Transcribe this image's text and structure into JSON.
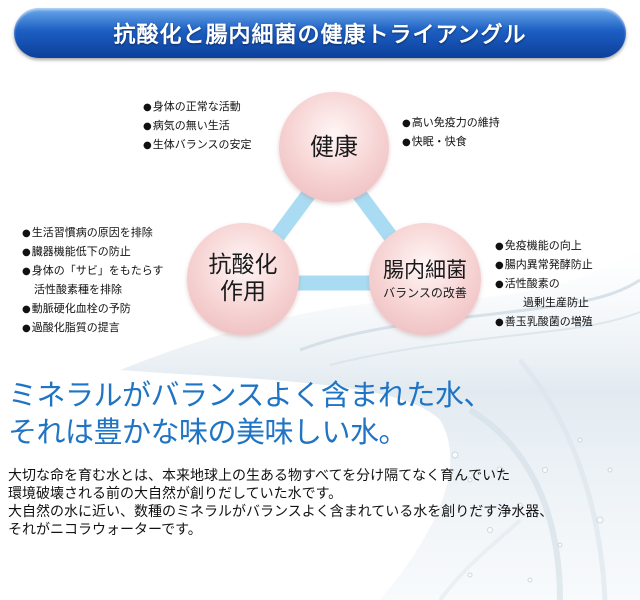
{
  "banner": {
    "title": "抗酸化と腸内細菌の健康トライアングル"
  },
  "colors": {
    "banner": "#1d5fc3",
    "circle": "#f4c9ca",
    "triangle": "#a9dcf2",
    "headline": "#1f74c4"
  },
  "circles": {
    "health": {
      "title": "健康"
    },
    "antioxidant": {
      "title_line1": "抗酸化",
      "title_line2": "作用"
    },
    "gut": {
      "title": "腸内細菌",
      "subtitle": "バランスの改善"
    }
  },
  "lists": {
    "health_left": [
      "身体の正常な活動",
      "病気の無い生活",
      "生体バランスの安定"
    ],
    "health_right": [
      "高い免疫力の維持",
      "快眠・快食"
    ],
    "antioxidant": [
      "生活習慣病の原因を排除",
      "臓器機能低下の防止",
      "身体の「サビ」をもたらす",
      "活性酸素種を排除",
      "動脈硬化血栓の予防",
      "過酸化脂質の提言"
    ],
    "gut": [
      "免疫機能の向上",
      "腸内異常発酵防止",
      "活性酸素の",
      "過剰生産防止",
      "善玉乳酸菌の増殖"
    ]
  },
  "headline": {
    "line1": "ミネラルがバランスよく含まれた水、",
    "line2": "それは豊かな味の美味しい水。"
  },
  "body": [
    "大切な命を育む水とは、本来地球上の生ある物すべてを分け隔てなく育んでいた",
    "環境破壊される前の大自然が創りだしていた水です。",
    "大自然の水に近い、数種のミネラルがバランスよく含まれている水を創りだす浄水器、",
    "それがニコラウォーターです。"
  ]
}
